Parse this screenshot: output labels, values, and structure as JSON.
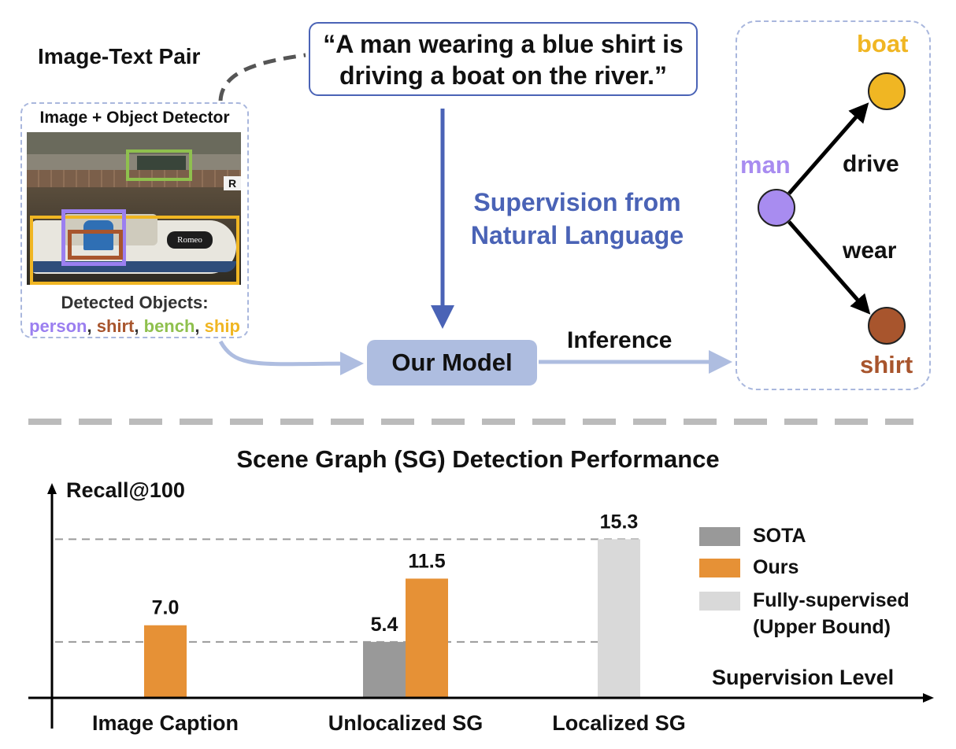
{
  "top": {
    "pair_title": "Image-Text Pair",
    "caption_line1": "“A man wearing a blue shirt is",
    "caption_line2": "driving a boat on the river.”",
    "image_panel_title": "Image + Object Detector",
    "nameplate_text": "Romeo",
    "r_sign": "R",
    "detected_title": "Detected Objects:",
    "detected": [
      {
        "label": "person",
        "color": "#9b7ff0"
      },
      {
        "label": "shirt",
        "color": "#a8552d"
      },
      {
        "label": "bench",
        "color": "#8fc04e"
      },
      {
        "label": "ship",
        "color": "#f0b623"
      }
    ],
    "supervision_line1": "Supervision from",
    "supervision_line2": "Natural Language",
    "model_label": "Our Model",
    "inference_label": "Inference"
  },
  "graph": {
    "nodes": {
      "boat": {
        "label": "boat",
        "color": "#f0b623"
      },
      "man": {
        "label": "man",
        "color": "#a88cf0"
      },
      "shirt": {
        "label": "shirt",
        "color": "#a8552d"
      }
    },
    "edges": {
      "drive": "drive",
      "wear": "wear"
    }
  },
  "colors": {
    "blue": "#4a63b6",
    "light_blue": "#aebde0",
    "sota": "#999999",
    "ours": "#e69136",
    "fully": "#d9d9d9"
  },
  "chart_data": {
    "type": "bar",
    "title": "Scene Graph (SG) Detection Performance",
    "ylabel": "Recall@100",
    "xlabel": "Supervision Level",
    "categories": [
      "Image Caption",
      "Unlocalized SG",
      "Localized SG"
    ],
    "series": [
      {
        "name": "SOTA",
        "color": "#999999",
        "values": [
          null,
          5.4,
          null
        ]
      },
      {
        "name": "Ours",
        "color": "#e69136",
        "values": [
          7.0,
          11.5,
          null
        ]
      },
      {
        "name": "Fully-supervised (Upper Bound)",
        "color": "#d9d9d9",
        "values": [
          null,
          null,
          15.3
        ]
      }
    ],
    "value_labels": [
      "7.0",
      "5.4",
      "11.5",
      "15.3"
    ],
    "reference_lines": [
      5.4,
      15.3
    ],
    "legend": [
      {
        "name": "SOTA",
        "color": "#999999"
      },
      {
        "name": "Ours",
        "color": "#e69136"
      },
      {
        "name": "Fully-supervised",
        "name_line2": "(Upper Bound)",
        "color": "#d9d9d9"
      }
    ],
    "legend_position": "right",
    "ylim": [
      0,
      17
    ]
  }
}
